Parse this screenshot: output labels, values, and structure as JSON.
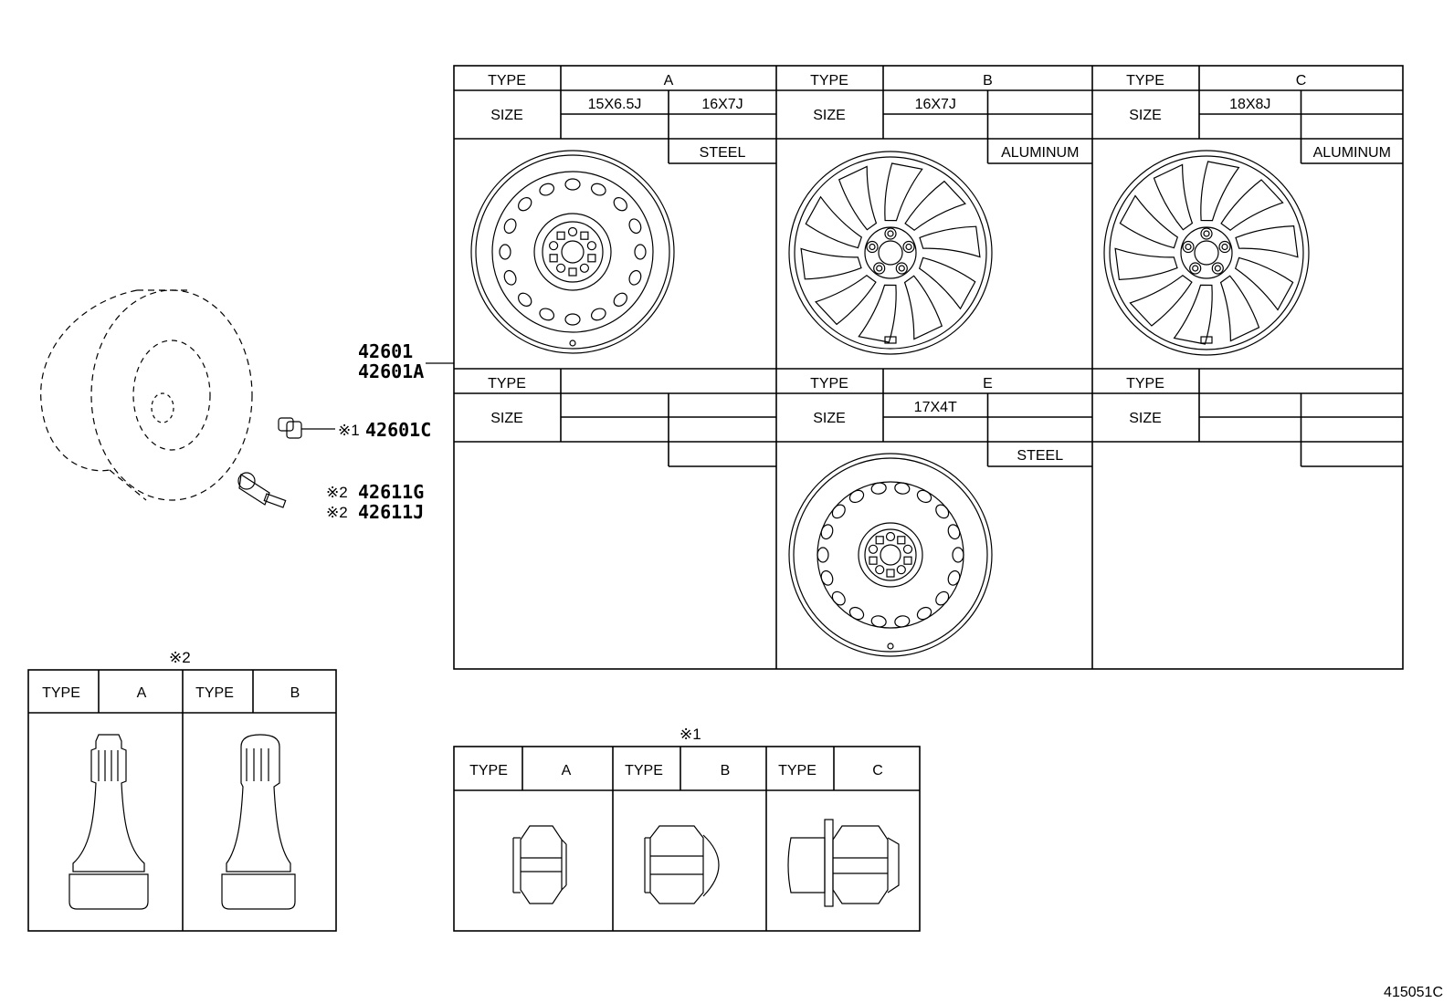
{
  "wheel_table": {
    "type_label": "TYPE",
    "size_label": "SIZE",
    "types": [
      {
        "type": "A",
        "sizes": [
          "15X6.5J",
          "16X7J"
        ],
        "material": "STEEL"
      },
      {
        "type": "B",
        "sizes": [
          "16X7J",
          ""
        ],
        "material": "ALUMINUM"
      },
      {
        "type": "C",
        "sizes": [
          "18X8J",
          ""
        ],
        "material": "ALUMINUM"
      },
      {
        "type": "",
        "sizes": [
          "",
          ""
        ],
        "material": ""
      },
      {
        "type": "E",
        "sizes": [
          "17X4T",
          ""
        ],
        "material": "STEEL"
      },
      {
        "type": "",
        "sizes": [
          "",
          ""
        ],
        "material": ""
      }
    ]
  },
  "callouts": {
    "wheel_1": "42601",
    "wheel_2": "42601A",
    "nut_mark": "※1",
    "nut": "42601C",
    "valve_mark_1": "※2",
    "valve_1": "42611G",
    "valve_mark_2": "※2",
    "valve_2": "42611J"
  },
  "valve_table": {
    "title": "※2",
    "type_label": "TYPE",
    "types": [
      "A",
      "B"
    ]
  },
  "nut_table": {
    "title": "※1",
    "type_label": "TYPE",
    "types": [
      "A",
      "B",
      "C"
    ]
  },
  "diagram_code": "415051C"
}
